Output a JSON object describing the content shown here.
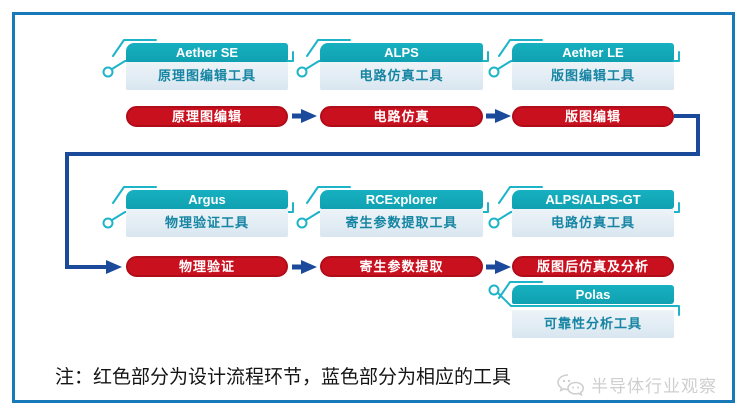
{
  "colors": {
    "teal_header": "#12a9ba",
    "teal_deco": "#1db4c8",
    "tool_body_bg": "#e3edf4",
    "tool_body_text": "#1585a3",
    "step_red": "#c9101f",
    "arrow_navy": "#1b4a9a",
    "frame_blue": "#1779b8"
  },
  "tools": [
    {
      "name": "Aether SE",
      "desc": "原理图编辑工具"
    },
    {
      "name": "ALPS",
      "desc": "电路仿真工具"
    },
    {
      "name": "Aether LE",
      "desc": "版图编辑工具"
    },
    {
      "name": "Argus",
      "desc": "物理验证工具"
    },
    {
      "name": "RCExplorer",
      "desc": "寄生参数提取工具"
    },
    {
      "name": "ALPS/ALPS-GT",
      "desc": "电路仿真工具"
    },
    {
      "name": "Polas",
      "desc": "可靠性分析工具"
    }
  ],
  "steps": [
    "原理图编辑",
    "电路仿真",
    "版图编辑",
    "物理验证",
    "寄生参数提取",
    "版图后仿真及分析"
  ],
  "note": "注：红色部分为设计流程环节，蓝色部分为相应的工具",
  "watermark": "半导体行业观察"
}
